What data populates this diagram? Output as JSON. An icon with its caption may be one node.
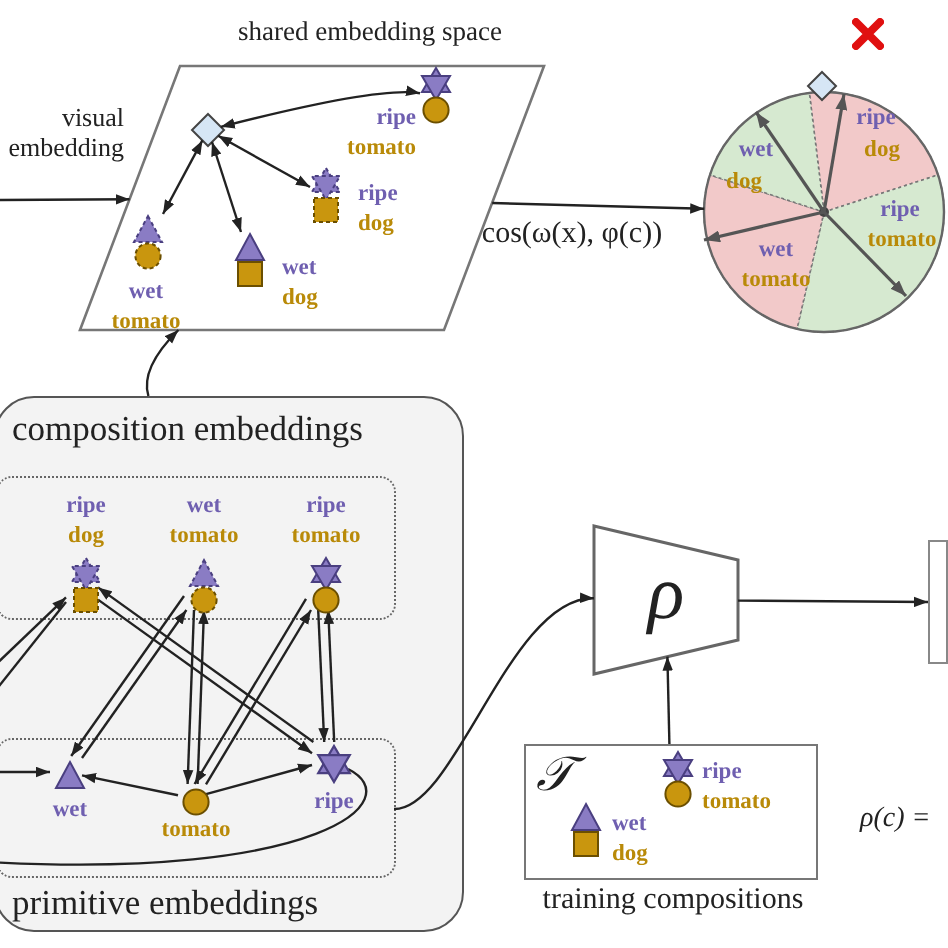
{
  "diagram": {
    "nodes": [
      {
        "text": [
          "shared embedding space"
        ]
      },
      {
        "text": [],
        "shape": "diamond",
        "in": 0
      },
      {
        "text": [
          "ripe",
          "tomato"
        ],
        "in": 0
      },
      {
        "text": [
          "ripe",
          "dog"
        ],
        "in": 0
      },
      {
        "text": [
          "wet",
          "tomato"
        ],
        "in": 0
      },
      {
        "text": [
          "wet",
          "dog"
        ],
        "in": 0
      },
      {
        "text": [
          "wet",
          "dog",
          "ripe",
          "dog",
          "ripe",
          "tomato",
          "wet",
          "tomato"
        ]
      },
      {
        "text": [],
        "shape": "diamond"
      },
      {
        "text": [
          "composition embeddings",
          "primitive embeddings"
        ]
      },
      {
        "text": [],
        "shape": "box",
        "in": 8
      },
      {
        "text": [
          "ripe",
          "dog"
        ],
        "in": 9
      },
      {
        "text": [
          "wet",
          "tomato"
        ],
        "in": 9
      },
      {
        "text": [
          "ripe",
          "tomato"
        ],
        "in": 9
      },
      {
        "text": [],
        "shape": "box",
        "in": 8
      },
      {
        "text": [
          "wet"
        ],
        "in": 13
      },
      {
        "text": [
          "tomato"
        ],
        "in": 13
      },
      {
        "text": [
          "ripe"
        ],
        "in": 13
      },
      {
        "text": [
          "ρ"
        ]
      },
      {
        "text": [],
        "shape": "box"
      },
      {
        "text": [
          "𝒯",
          "training compositions"
        ]
      },
      {
        "text": [
          "wet",
          "dog"
        ],
        "in": 19
      },
      {
        "text": [
          "ripe",
          "tomato"
        ],
        "in": 19
      }
    ],
    "edges": [
      {
        "from": null,
        "to": 0,
        "arrow": "to",
        "label": "visual embedding"
      },
      {
        "from": 1,
        "to": 2,
        "arrow": "both"
      },
      {
        "from": 1,
        "to": 3,
        "arrow": "both"
      },
      {
        "from": 1,
        "to": 4,
        "arrow": "both"
      },
      {
        "from": 1,
        "to": 5,
        "arrow": "both"
      },
      {
        "from": 0,
        "to": 6,
        "arrow": "to",
        "label": "cos(ω(x), φ(c))"
      },
      {
        "from": 8,
        "to": 0,
        "arrow": "to"
      },
      {
        "from": 16,
        "to": 10,
        "arrow": "to"
      },
      {
        "from": 10,
        "to": 16,
        "arrow": "to"
      },
      {
        "from": 14,
        "to": 11,
        "arrow": "to"
      },
      {
        "from": 11,
        "to": 14,
        "arrow": "to"
      },
      {
        "from": 15,
        "to": 11,
        "arrow": "to"
      },
      {
        "from": 11,
        "to": 15,
        "arrow": "to"
      },
      {
        "from": 15,
        "to": 12,
        "arrow": "to"
      },
      {
        "from": 12,
        "to": 15,
        "arrow": "to"
      },
      {
        "from": 16,
        "to": 12,
        "arrow": "to"
      },
      {
        "from": 12,
        "to": 16,
        "arrow": "to"
      },
      {
        "from": null,
        "to": 10,
        "arrow": "to"
      },
      {
        "from": 10,
        "to": null,
        "arrow": "none"
      },
      {
        "from": 15,
        "to": 14,
        "arrow": "to"
      },
      {
        "from": 15,
        "to": 16,
        "arrow": "to"
      },
      {
        "from": null,
        "to": 14,
        "arrow": "to"
      },
      {
        "from": 16,
        "to": null,
        "arrow": "none"
      },
      {
        "from": 13,
        "to": 17,
        "arrow": "to"
      },
      {
        "from": 17,
        "to": 18,
        "arrow": "to"
      },
      {
        "from": 19,
        "to": 17,
        "arrow": "to"
      }
    ],
    "labels": [
      "ρ(c) ="
    ]
  }
}
